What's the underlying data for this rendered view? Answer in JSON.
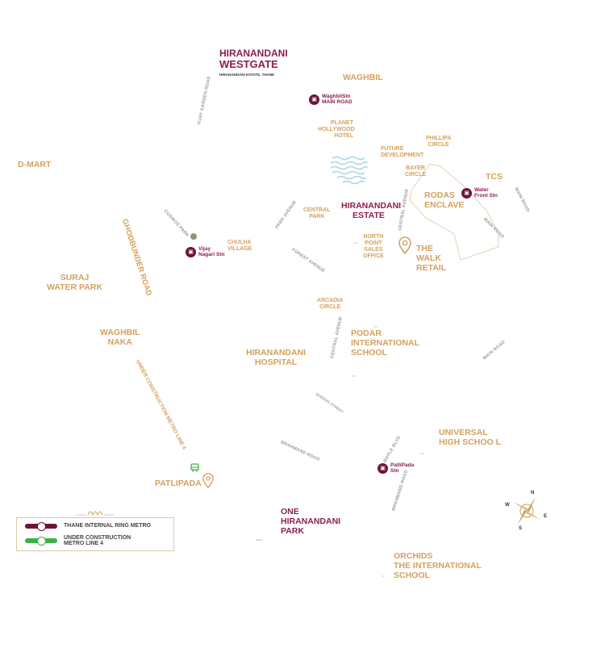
{
  "title": {
    "line1": "HIRANANDANI",
    "line2": "WESTGATE",
    "subtitle": "HIRANANDANI ESTATE, THANE"
  },
  "places": {
    "waghbil": "WAGHBIL",
    "dmart": "D-MART",
    "planet_hollywood": [
      "PLANET",
      "HOLLYWOOD",
      "HOTEL"
    ],
    "phillipa_circle": [
      "PHILLIPA",
      "CIRCLE"
    ],
    "future_development": [
      "FUTURE",
      "DEVELOPMENT"
    ],
    "bayer_circle": [
      "BAYER",
      "CIRCLE"
    ],
    "tcs": "TCS",
    "rodas_enclave": [
      "RODAS",
      "ENCLAVE"
    ],
    "hiranandani_estate": [
      "HIRANANDANI",
      "ESTATE"
    ],
    "central_park": [
      "CENTRAL",
      "PARK"
    ],
    "north_point": [
      "NORTH",
      "POINT",
      "SALES",
      "OFFICE"
    ],
    "the_walk": [
      "THE",
      "WALK",
      "RETAIL"
    ],
    "chulha_village": [
      "CHULHA",
      "VILLAGE"
    ],
    "suraj_water_park": [
      "SURAJ",
      "WATER PARK"
    ],
    "arcadia_circle": [
      "ARCADIA",
      "CIRCLE"
    ],
    "waghbil_naka": [
      "WAGHBIL",
      "NAKA"
    ],
    "podar": [
      "PODAR",
      "INTERNATIONAL",
      "SCHOOL"
    ],
    "hiranandani_hospital": [
      "HIRANANDANI",
      "HOSPITAL"
    ],
    "universal": [
      "UNIVERSAL",
      "HIGH SCHOO L"
    ],
    "patlipada": "PATLIPADA",
    "one_hiranandani": [
      "ONE",
      "HIRANANDANI",
      "PARK"
    ],
    "orchids": [
      "ORCHIDS",
      "THE INTERNATIONAL",
      "SCHOOL"
    ]
  },
  "stations": {
    "waghbil": [
      "WaghbilStn",
      "MAIN ROAD"
    ],
    "water_front": [
      "Water",
      "Front Stn"
    ],
    "vijay_nagari": [
      "Vijay",
      "Nagari Stn"
    ],
    "patlipada": [
      "PatliPada",
      "Stn"
    ]
  },
  "roads": {
    "vijay_garden": "VIJAY GARDEN ROAD",
    "cosmos_park": "COSMOS PARK",
    "park_avenue": "PARK AVENUE",
    "forest_avenue": "FOREST AVENUE",
    "central_avenue_1": "CENTRAL AVENUE",
    "central_avenue_2": "CENTRAL AVENUE",
    "main_road_1": "MAIN ROAD",
    "main_road_2": "MAIN ROAD",
    "main_road_3": "MAIN ROAD",
    "ghodbunder": "GHODBUNDER ROAD",
    "metro_line": "UNDER CONSTRUCTION METRO LINE 4",
    "queens_st": "QUEENS STREET",
    "brahmand_road": "BRAHMAND ROAD",
    "maple_blvd": "MAPLE BLVD",
    "brahmand_road_2": "BRAHMAND ROAD"
  },
  "legend": {
    "ring_metro": "THANE INTERNAL RING METRO",
    "line4_1": "UNDER CONSTRUCTION",
    "line4_2": "METRO LINE 4"
  },
  "compass": {
    "n": "N",
    "s": "S",
    "e": "E",
    "w": "W"
  },
  "colors": {
    "gold": "#d4a15e",
    "maroon": "#8c1d4f",
    "metro_line4": "#3cb043",
    "water": "#6fb7d9"
  }
}
